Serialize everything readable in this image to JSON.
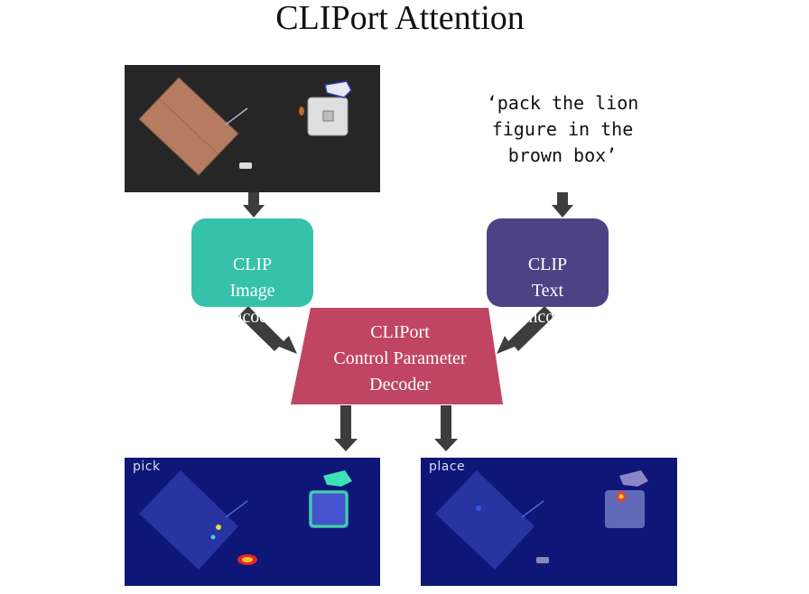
{
  "title": "CLIPort Attention",
  "instruction": "‘pack the lion\nfigure in the\nbrown box’",
  "image_encoder_label": "CLIP\nImage\nEncoder",
  "text_encoder_label": "CLIP\nText\nEncoder",
  "decoder_label": "CLIPort\nControl Parameter\nDecoder",
  "outputs": {
    "pick_label": "pick",
    "place_label": "place"
  },
  "colors": {
    "image_encoder": "#35c1aa",
    "text_encoder": "#4d4384",
    "decoder": "#c04562",
    "arrows": "#3d3d3d",
    "heatmap_background": "#0e1678"
  }
}
